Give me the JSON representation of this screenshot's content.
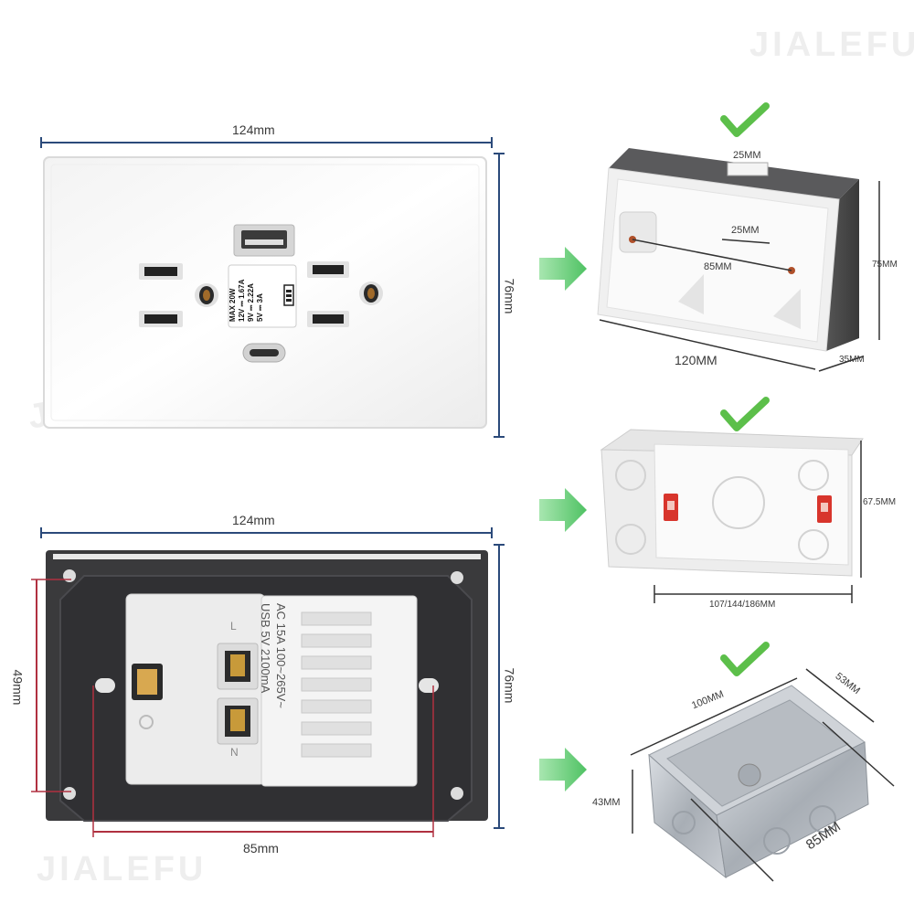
{
  "watermark": "JIALEFU",
  "front": {
    "width_label": "124mm",
    "height_label": "76mm",
    "usb_spec": {
      "line1": "MAX 20W",
      "line2": "12V ⎓ 1.67A",
      "line3": "9V ⎓ 2.22A",
      "line4": "5V ⎓ 3A"
    }
  },
  "back": {
    "width_label": "124mm",
    "height_label": "76mm",
    "hole_height_label": "49mm",
    "hole_width_label": "85mm",
    "rating_line1": "AC 15A 100~265V~",
    "rating_line2": "USB 5V 2100mA",
    "terminal_L": "L",
    "terminal_N": "N"
  },
  "box1": {
    "top_slot_label": "25MM",
    "inner_slot_label": "25MM",
    "screw_label": "85MM",
    "width_label": "120MM",
    "height_label": "75MM",
    "depth_label": "35MM"
  },
  "box2": {
    "width_label": "107/144/186MM",
    "height_label": "67.5MM"
  },
  "box3": {
    "width_label": "100MM",
    "depth_label": "53MM",
    "height_label": "43MM",
    "length_label": "85MM"
  },
  "colors": {
    "blue_dim": "#2b4a7a",
    "red_dim": "#b03040",
    "check_green": "#5cbf4a",
    "arrow_green": "#6fd07a"
  }
}
